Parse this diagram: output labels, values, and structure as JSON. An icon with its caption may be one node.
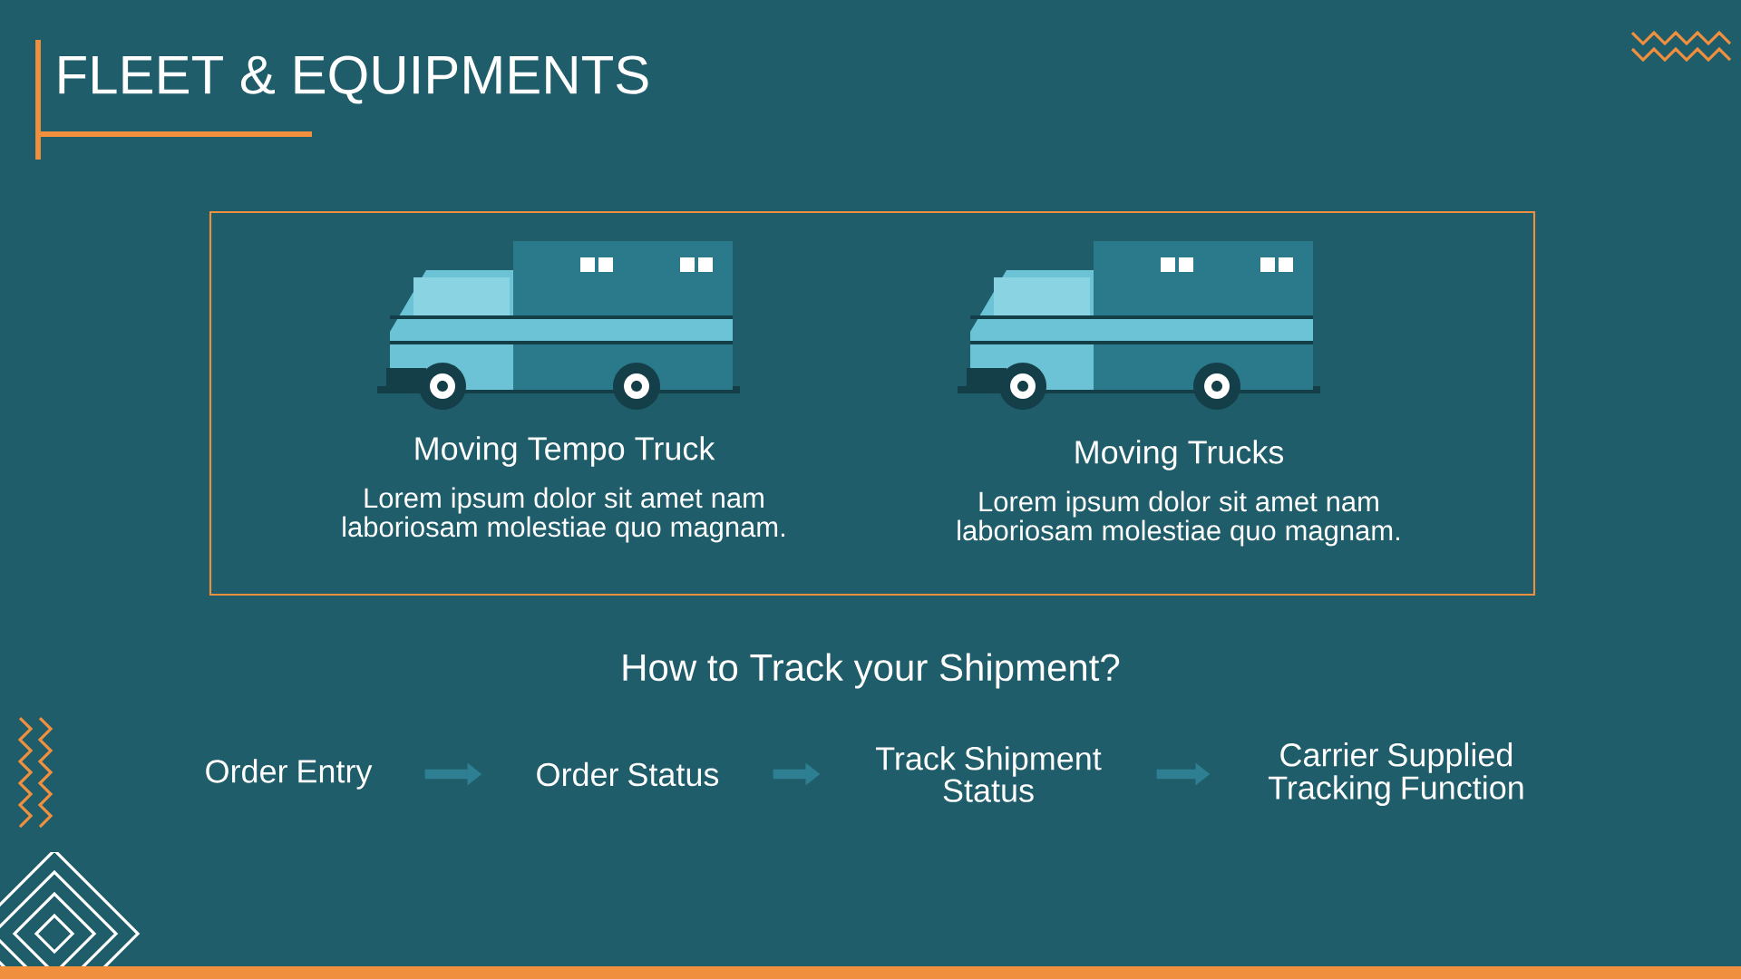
{
  "diagram": {
    "title": "FLEET & EQUIPMENTS",
    "nodes": [
      {
        "text": [
          "Moving Tempo Truck",
          "Lorem ipsum dolor sit amet nam laboriosam molestiae quo magnam.",
          "Moving Trucks",
          "Lorem ipsum dolor sit amet nam laboriosam molestiae quo magnam."
        ]
      },
      {
        "text": [
          "Order  Entry"
        ]
      },
      {
        "text": [
          "Order Status"
        ]
      },
      {
        "text": [
          "Track Shipment Status"
        ]
      },
      {
        "text": [
          "Carrier Supplied Tracking Function"
        ]
      }
    ],
    "edges": [
      {
        "from": 1,
        "to": 2,
        "arrow": "to"
      },
      {
        "from": 2,
        "to": 3,
        "arrow": "to"
      },
      {
        "from": 3,
        "to": 4,
        "arrow": "to"
      }
    ],
    "labels": [
      "How to Track your Shipment?"
    ]
  }
}
